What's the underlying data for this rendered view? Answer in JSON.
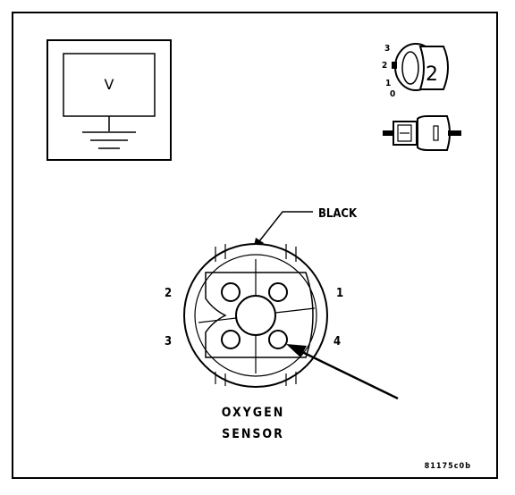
{
  "meter": {
    "display": "V"
  },
  "switch": {
    "positions": [
      "3",
      "2",
      "1",
      "0"
    ],
    "selected": "2"
  },
  "wire": {
    "color_label": "BLACK"
  },
  "connector": {
    "pins": [
      "1",
      "2",
      "3",
      "4"
    ]
  },
  "sensor": {
    "label_line1": "OXYGEN",
    "label_line2": "SENSOR"
  },
  "figure_id": "81175c0b"
}
